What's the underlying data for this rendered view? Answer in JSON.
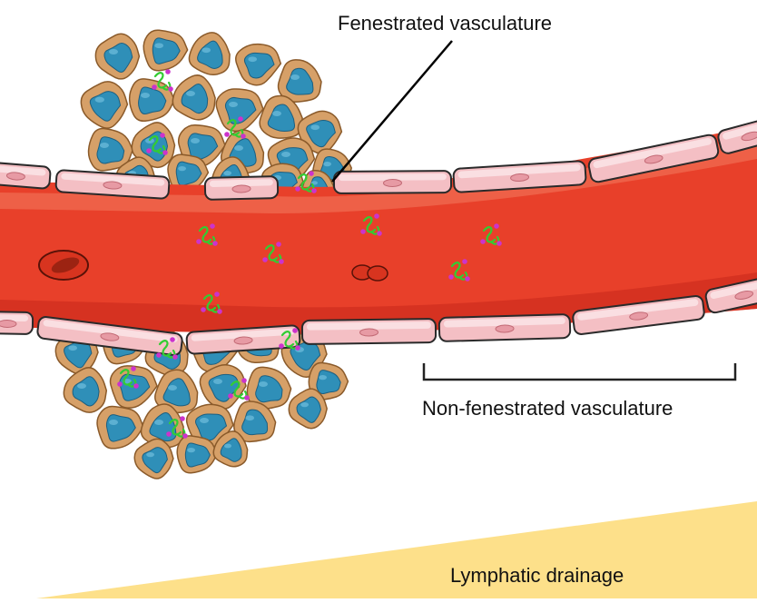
{
  "labels": {
    "fenestrated": "Fenestrated vasculature",
    "non_fenestrated": "Non-fenestrated vasculature",
    "lymphatic": "Lymphatic drainage"
  },
  "colors": {
    "blood": "#e8402a",
    "blood_dark": "#c92a1c",
    "blood_light": "#f27a5e",
    "endothelium": "#f4bfc4",
    "endothelium_border": "#2a2a2a",
    "nucleus": "#e79aa4",
    "tumor_cell": "#d6a068",
    "tumor_cell_border": "#8a5a2a",
    "tumor_nucleus": "#2f8fb8",
    "drug_green": "#33cc33",
    "drug_magenta": "#cc33cc",
    "lymph": "#fde08a"
  },
  "icons": [
    "tumor-cell",
    "endothelial-cell",
    "red-blood-cell",
    "nanoparticle-drug"
  ]
}
